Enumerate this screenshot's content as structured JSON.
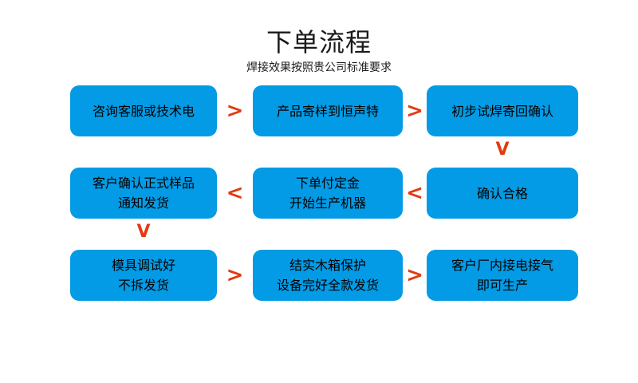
{
  "header": {
    "title": "下单流程",
    "subtitle": "焊接效果按照贵公司标准要求"
  },
  "colors": {
    "node_fill": "#039BE5",
    "arrow": "#E23B11",
    "text": "#000000",
    "background": "#FFFFFF"
  },
  "icons": {
    "arrow_right": ">",
    "arrow_left": "<",
    "arrow_down": "V"
  },
  "flow": {
    "rows": [
      {
        "nodes": [
          {
            "lines": [
              "咨询客服或技术电"
            ]
          },
          {
            "lines": [
              "产品寄样到恒声特"
            ]
          },
          {
            "lines": [
              "初步试焊寄回确认"
            ]
          }
        ],
        "connector_1": ">",
        "connector_2": ">"
      },
      {
        "nodes": [
          {
            "lines": [
              "客户确认正式样品",
              "通知发货"
            ]
          },
          {
            "lines": [
              "下单付定金",
              "开始生产机器"
            ]
          },
          {
            "lines": [
              "确认合格"
            ]
          }
        ],
        "connector_1": "<",
        "connector_2": "<"
      },
      {
        "nodes": [
          {
            "lines": [
              "模具调试好",
              "不拆发货"
            ]
          },
          {
            "lines": [
              "结实木箱保护",
              "设备完好全款发货"
            ]
          },
          {
            "lines": [
              "客户厂内接电接气",
              "即可生产"
            ]
          }
        ],
        "connector_1": ">",
        "connector_2": ">"
      }
    ],
    "vertical_connectors": [
      {
        "from": "初步试焊寄回确认",
        "to": "确认合格",
        "glyph": "V",
        "side": "right"
      },
      {
        "from": "客户确认正式样品通知发货",
        "to": "模具调试好不拆发货",
        "glyph": "V",
        "side": "left"
      }
    ]
  }
}
